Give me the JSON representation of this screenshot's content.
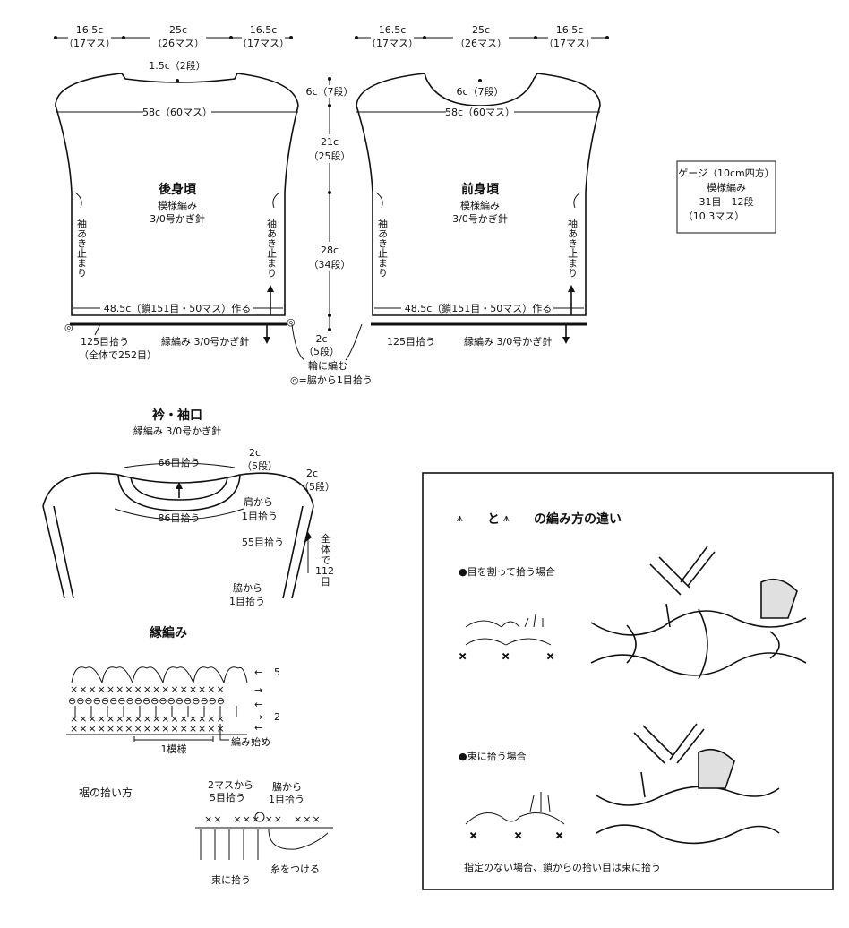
{
  "top_widths": {
    "side_cm": "16.5c",
    "side_sts": "（17マス）",
    "center_cm": "25c",
    "center_sts": "（26マス）"
  },
  "back": {
    "title": "後身頃",
    "pattern": "模様編み",
    "hook": "3/0号かぎ針",
    "neck_depth": "1.5c（2段）",
    "width": "58c（60マス）",
    "armhole": "袖あき止まり",
    "hem_width": "48.5c（鎖151目・50マス）作る",
    "pickup": "125目拾う",
    "pickup_total": "（全体で252目）",
    "border": "縁編み 3/0号かぎ針"
  },
  "front": {
    "title": "前身頃",
    "pattern": "模様編み",
    "hook": "3/0号かぎ針",
    "neck_depth": "6c（7段）",
    "width": "58c（60マス）",
    "armhole": "袖あき止まり",
    "hem_width": "48.5c（鎖151目・50マス）作る",
    "pickup": "125目拾う",
    "border": "縁編み 3/0号かぎ針"
  },
  "vertical": {
    "neck": "6c（7段）",
    "armhole_cm": "21c",
    "armhole_rows": "（25段）",
    "body_cm": "28c",
    "body_rows": "（34段）",
    "border_cm": "2c",
    "border_rows": "（5段）",
    "round": "輪に編む",
    "note": "◎=脇から1目拾う"
  },
  "gauge": {
    "title": "ゲージ（10cm四方）",
    "pattern": "模様編み",
    "values": "31目　12段",
    "squares": "（10.3マス）"
  },
  "collar": {
    "title": "衿・袖口",
    "subtitle": "縁編み 3/0号かぎ針",
    "inner": "66目拾う",
    "outer": "86目拾う",
    "depth_cm": "2c",
    "depth_rows": "（5段）",
    "sleeve_cm": "2c",
    "sleeve_rows": "（5段）",
    "shoulder": "肩から",
    "shoulder2": "1目拾う",
    "sleeve_pick": "55目拾う",
    "total": [
      "全",
      "体",
      "で",
      "112",
      "目"
    ],
    "side": "脇から",
    "side2": "1目拾う"
  },
  "border_chart": {
    "title": "縁編み",
    "row5": "5",
    "row2": "2",
    "repeat": "1模様",
    "start": "編み始め"
  },
  "hem_pickup": {
    "title": "裾の拾い方",
    "two": "2マスから",
    "five": "5目拾う",
    "side": "脇から",
    "side2": "1目拾う",
    "bundle": "束に拾う",
    "yarn": "糸をつける"
  },
  "diff_box": {
    "title_and": "と",
    "title_rest": "の編み方の違い",
    "case1": "●目を割って拾う場合",
    "case2": "●束に拾う場合",
    "footnote": "指定のない場合、鎖からの拾い目は束に拾う"
  }
}
